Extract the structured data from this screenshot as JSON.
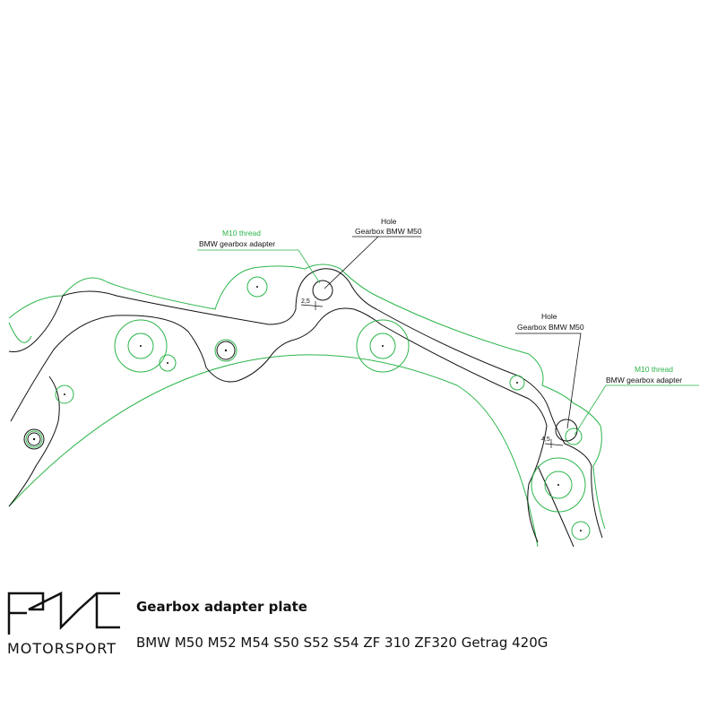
{
  "annotations": {
    "left_thread_line1": "M10 thread",
    "left_thread_line2": "BMW gearbox adapter",
    "top_hole_line1": "Hole",
    "top_hole_line2": "Gearbox BMW M50",
    "right_hole_line1": "Hole",
    "right_hole_line2": "Gearbox BMW M50",
    "right_thread_line1": "M10 thread",
    "right_thread_line2": "BMW gearbox adapter",
    "dim_top": "2,5",
    "dim_right": "4,5"
  },
  "footer": {
    "title": "Gearbox adapter plate",
    "subtitle": "BMW M50 M52 M54 S50 S52 S54 ZF 310 ZF320 Getrag 420G"
  },
  "logo": {
    "text": "MOTORSPORT"
  },
  "colors": {
    "green": "#2bb54a",
    "black": "#111111"
  }
}
